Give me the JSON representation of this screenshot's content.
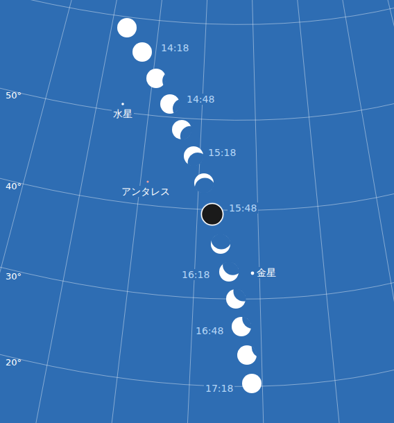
{
  "diagram": {
    "labels": [
      "50°",
      "40°",
      "30°",
      "20°",
      "14:18",
      "14:48",
      "15:18",
      "15:48",
      "16:18",
      "16:48",
      "17:18",
      "水星",
      "アンタレス",
      "金星"
    ]
  }
}
